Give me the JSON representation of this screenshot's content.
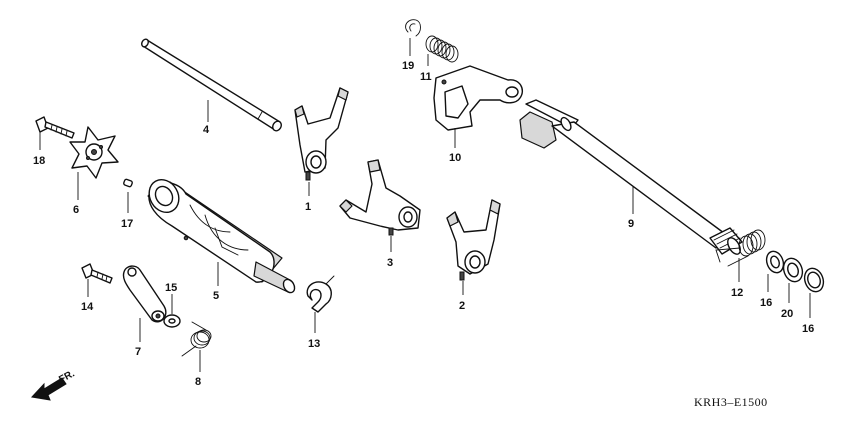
{
  "diagram_code": "KRH3–E1500",
  "direction_label": "FR.",
  "callouts": {
    "p1": "1",
    "p2": "2",
    "p3": "3",
    "p4": "4",
    "p5": "5",
    "p6": "6",
    "p7": "7",
    "p8": "8",
    "p9": "9",
    "p10": "10",
    "p11": "11",
    "p12": "12",
    "p13": "13",
    "p14": "14",
    "p15": "15",
    "p16a": "16",
    "p16b": "16",
    "p17": "17",
    "p18": "18",
    "p19": "19",
    "p20": "20"
  }
}
